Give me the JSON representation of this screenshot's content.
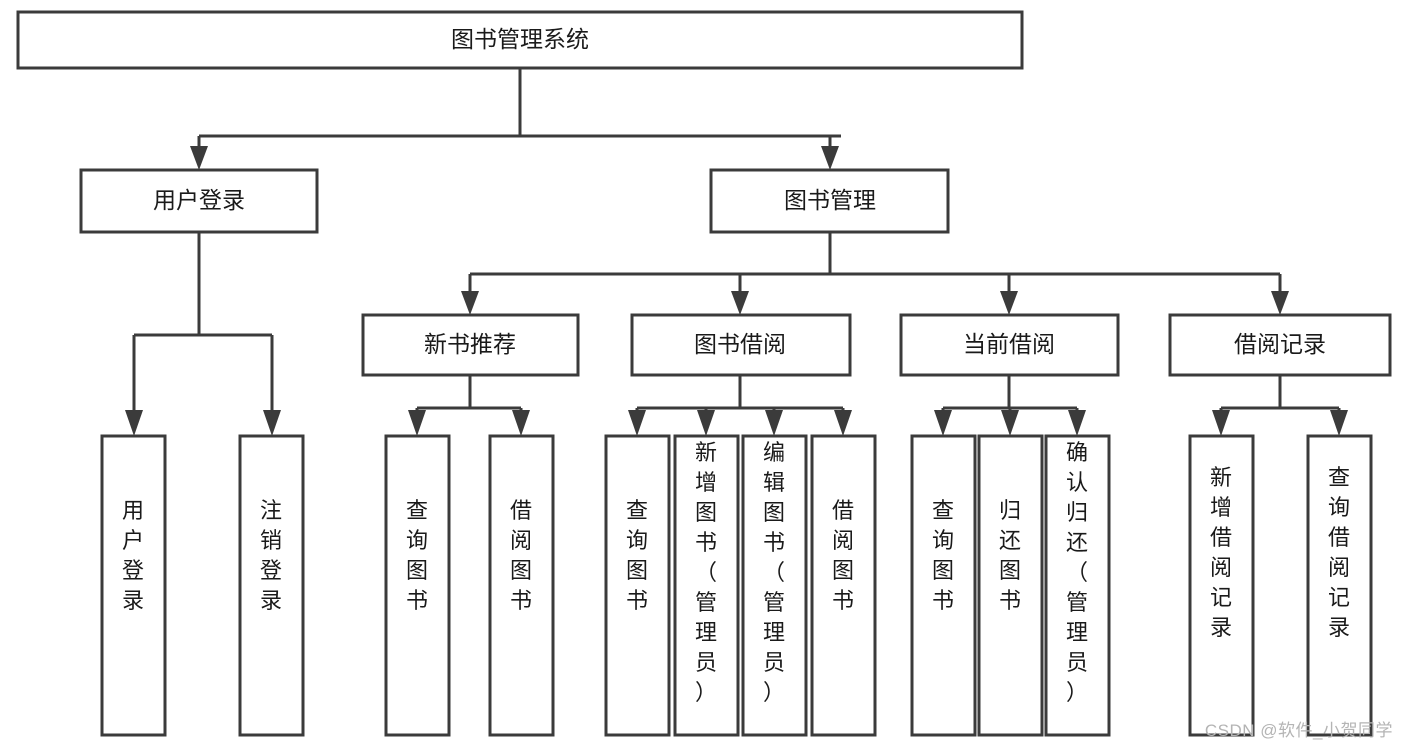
{
  "diagram": {
    "title": "图书管理系统",
    "type": "hierarchy-tree",
    "orientation": "top-down",
    "levels": 4,
    "colors": {
      "box_fill": "#ffffff",
      "box_stroke": "#3b3b3b",
      "connector": "#3b3b3b",
      "text": "#1a1a1a",
      "watermark": "#b4b4b4",
      "background": "#ffffff"
    },
    "root": {
      "label": "图书管理系统"
    },
    "level2": [
      {
        "label": "用户登录"
      },
      {
        "label": "图书管理"
      }
    ],
    "level3": [
      {
        "label": "新书推荐"
      },
      {
        "label": "图书借阅"
      },
      {
        "label": "当前借阅"
      },
      {
        "label": "借阅记录"
      }
    ],
    "leaves": {
      "user_login": [
        {
          "label": "用户登录"
        },
        {
          "label": "注销登录"
        }
      ],
      "new_book_recommend": [
        {
          "label": "查询图书"
        },
        {
          "label": "借阅图书"
        }
      ],
      "book_borrow": [
        {
          "label": "查询图书"
        },
        {
          "label": "新增图书（管理员）"
        },
        {
          "label": "编辑图书（管理员）"
        },
        {
          "label": "借阅图书"
        }
      ],
      "current_borrow": [
        {
          "label": "查询图书"
        },
        {
          "label": "归还图书"
        },
        {
          "label": "确认归还（管理员）"
        }
      ],
      "borrow_record": [
        {
          "label": "新增借阅记录"
        },
        {
          "label": "查询借阅记录"
        }
      ]
    }
  },
  "watermark": {
    "text": "CSDN @软件_小贺同学"
  }
}
